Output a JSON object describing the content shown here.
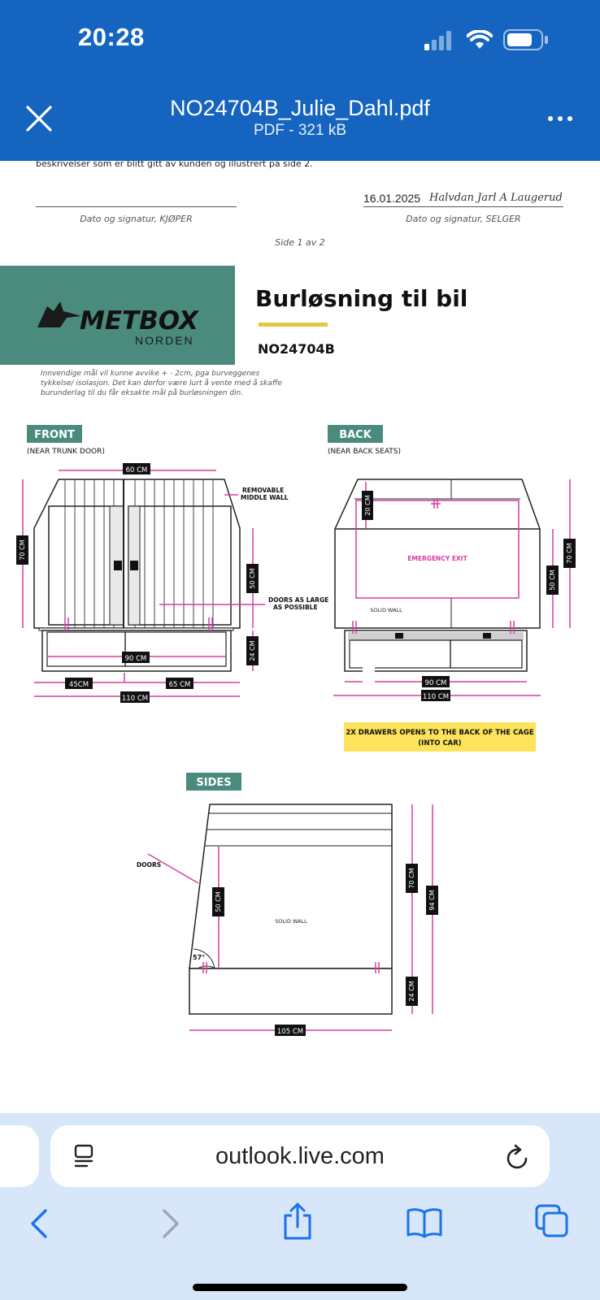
{
  "status_bar": {
    "time": "20:28"
  },
  "header": {
    "title": "NO24704B_Julie_Dahl.pdf",
    "subtitle": "PDF - 321 kB"
  },
  "document": {
    "top_text": "beskrivelser som er blitt gitt av kunden og illustrert på side 2.",
    "signature_date": "16.01.2025",
    "signature_name": "Halvdan Jarl A Laugerud",
    "sig_label_buyer": "Dato og signatur, KJØPER",
    "sig_label_seller": "Dato og signatur, SELGER",
    "page_label": "Side 1 av 2",
    "brand_name": "METBOX",
    "brand_sub": "NORDEN",
    "heading": "Burløsning til bil",
    "order_id": "NO24704B",
    "note_lines": [
      "Innvendige mål vil kunne avvike + - 2cm, pga burveggenes",
      "tykkelse/ isolasjon. Det kan derfor være lurt å vente med å skaffe",
      "burunderlag til du får eksakte mål på burløsningen din."
    ],
    "accent_colors": {
      "teal": "#4a8b7e",
      "yellow": "#e4c640",
      "pink": "#d63ea1",
      "note_yellow": "#fde35c"
    },
    "front": {
      "label": "FRONT",
      "sub": "(NEAR TRUNK DOOR)",
      "dim_top": "60 CM",
      "dim_height": "70 CM",
      "dim_door": "50 CM",
      "dim_drawer": "24 CM",
      "dim_inner": "90 CM",
      "dim_left": "45CM",
      "dim_right": "65 CM",
      "dim_total": "110 CM",
      "annot_wall": [
        "REMOVABLE",
        "MIDDLE WALL"
      ],
      "annot_doors": [
        "DOORS AS LARGE",
        "AS POSSIBLE"
      ]
    },
    "back": {
      "label": "BACK",
      "sub": "(NEAR BACK SEATS)",
      "dim_top": "20 CM",
      "dim_mid": "50 CM",
      "dim_height": "70 CM",
      "dim_inner": "90 CM",
      "dim_total": "110 CM",
      "emergency": "EMERGENCY EXIT",
      "solid": "SOLID WALL",
      "note": [
        "2X DRAWERS OPENS TO THE BACK OF THE CAGE",
        "(INTO CAR)"
      ]
    },
    "sides": {
      "label": "SIDES",
      "doors": "DOORS",
      "solid": "SOLID WALL",
      "angle": "57°",
      "dim_door": "50 CM",
      "dim_upper": "70 CM",
      "dim_total_h": "94 CM",
      "dim_drawer": "24 CM",
      "dim_length": "105 CM"
    }
  },
  "browser": {
    "url": "outlook.live.com"
  },
  "icons": [
    "close-icon",
    "more-icon",
    "wifi-icon",
    "battery-icon",
    "signal-icon",
    "reader-icon",
    "reload-icon",
    "back-icon",
    "forward-icon",
    "share-icon",
    "bookmarks-icon",
    "tabs-icon"
  ]
}
